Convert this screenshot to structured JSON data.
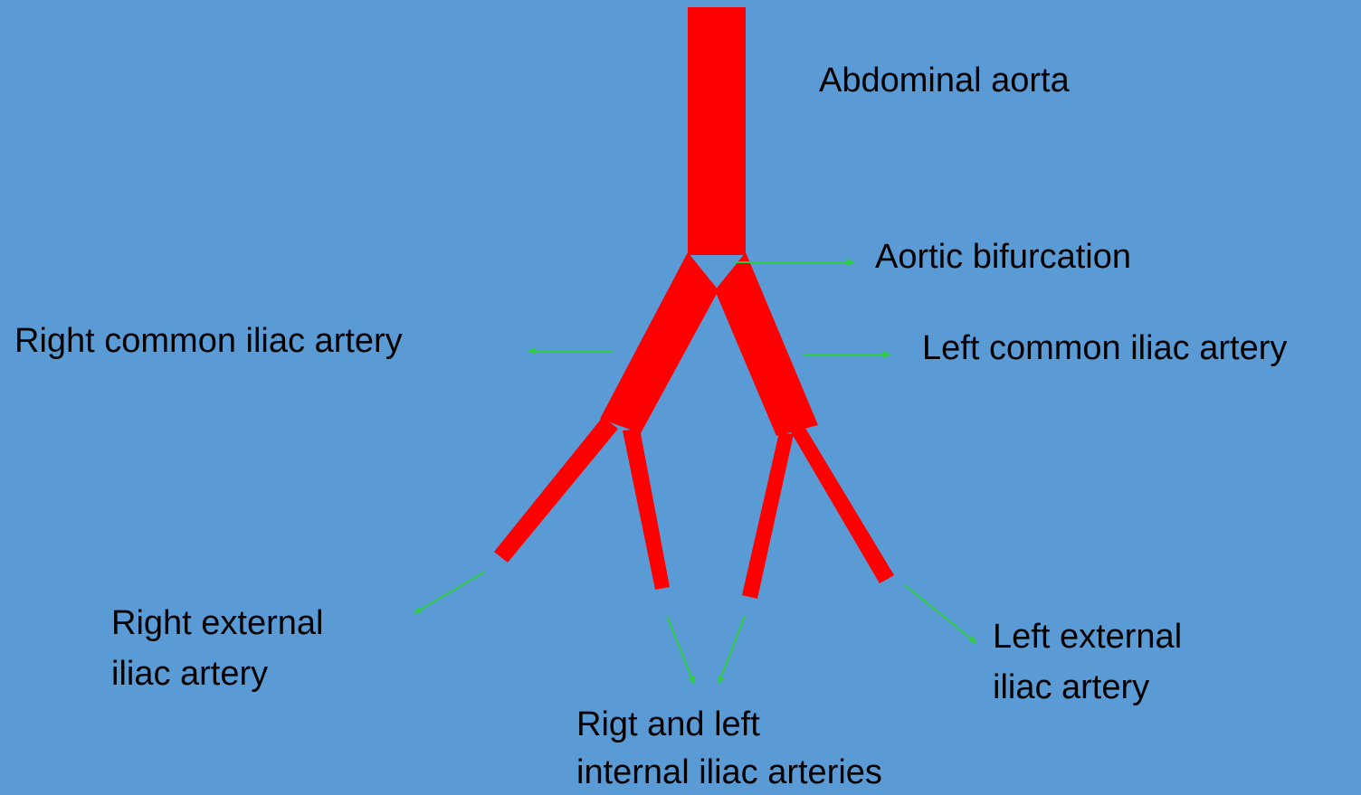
{
  "labels": {
    "abdominal_aorta": "Abdominal aorta",
    "aortic_bifurcation": "Aortic bifurcation",
    "right_common_iliac": "Right common iliac artery",
    "left_common_iliac": "Left common iliac artery",
    "right_external_iliac": [
      "Right external",
      "iliac artery"
    ],
    "left_external_iliac": [
      "Left external",
      "iliac artery"
    ],
    "internal_iliac": [
      "Rigt and left",
      "internal iliac arteries"
    ]
  },
  "colors": {
    "background": "#5b9bd5",
    "artery": "#ff0000",
    "arrow": "#2ecc40",
    "text": "#000000"
  }
}
